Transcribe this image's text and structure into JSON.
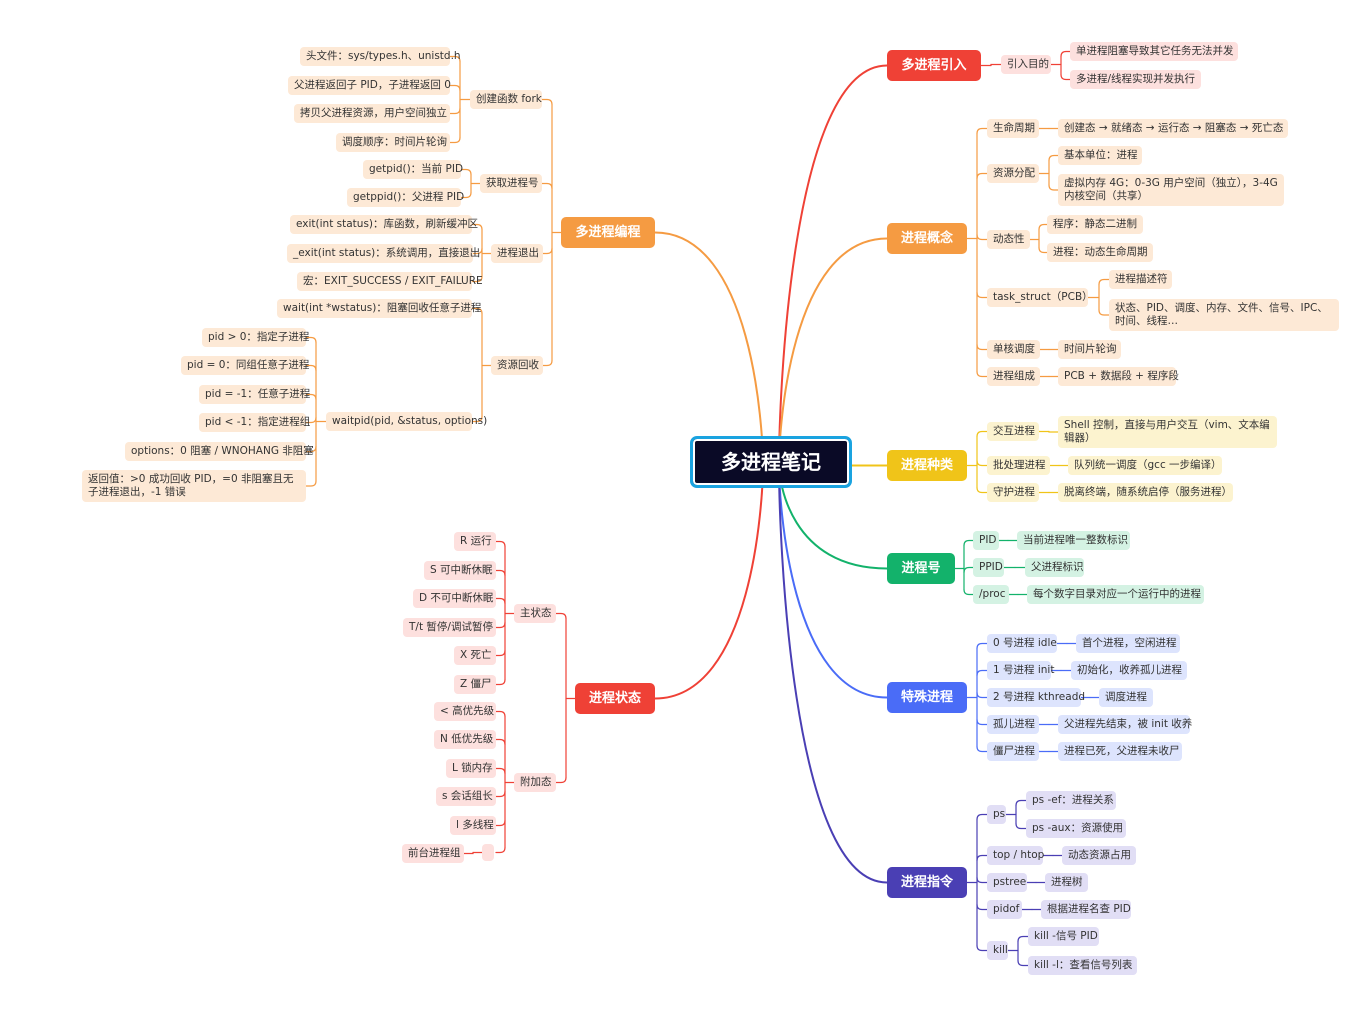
{
  "title": "多进程笔记",
  "branches": [
    {
      "label": "多进程引入",
      "color": "#ef4136",
      "tint": "#fde0de",
      "side": "right",
      "children": [
        {
          "label": "引入目的",
          "children": [
            {
              "label": "单进程阻塞导致其它任务无法并发"
            },
            {
              "label": "多进程/线程实现并发执行"
            }
          ]
        }
      ]
    },
    {
      "label": "进程概念",
      "color": "#f59b42",
      "tint": "#fde9d6",
      "side": "right",
      "children": [
        {
          "label": "生命周期",
          "children": [
            {
              "label": "创建态 → 就绪态 → 运行态 → 阻塞态 → 死亡态"
            }
          ]
        },
        {
          "label": "资源分配",
          "children": [
            {
              "label": "基本单位：进程"
            },
            {
              "label": "虚拟内存 4G：0-3G 用户空间（独立），3-4G 内核空间（共享）"
            }
          ]
        },
        {
          "label": "动态性",
          "children": [
            {
              "label": "程序：静态二进制"
            },
            {
              "label": "进程：动态生命周期"
            }
          ]
        },
        {
          "label": "task_struct（PCB）",
          "children": [
            {
              "label": "进程描述符"
            },
            {
              "label": "状态、PID、调度、内存、文件、信号、IPC、时间、线程…"
            }
          ]
        },
        {
          "label": "单核调度",
          "children": [
            {
              "label": "时间片轮询"
            }
          ]
        },
        {
          "label": "进程组成",
          "children": [
            {
              "label": "PCB + 数据段 + 程序段"
            }
          ]
        }
      ]
    },
    {
      "label": "进程种类",
      "color": "#f0c419",
      "tint": "#fcf3cf",
      "side": "right",
      "children": [
        {
          "label": "交互进程",
          "children": [
            {
              "label": "Shell 控制，直接与用户交互（vim、文本编辑器）"
            }
          ]
        },
        {
          "label": "批处理进程",
          "children": [
            {
              "label": "队列统一调度（gcc 一步编译）"
            }
          ]
        },
        {
          "label": "守护进程",
          "children": [
            {
              "label": "脱离终端，随系统启停（服务进程）"
            }
          ]
        }
      ]
    },
    {
      "label": "进程号",
      "color": "#13b26b",
      "tint": "#d4f2e3",
      "side": "right",
      "children": [
        {
          "label": "PID",
          "children": [
            {
              "label": "当前进程唯一整数标识"
            }
          ]
        },
        {
          "label": "PPID",
          "children": [
            {
              "label": "父进程标识"
            }
          ]
        },
        {
          "label": "/proc",
          "children": [
            {
              "label": "每个数字目录对应一个运行中的进程"
            }
          ]
        }
      ]
    },
    {
      "label": "特殊进程",
      "color": "#4a6cf7",
      "tint": "#dde4fd",
      "side": "right",
      "children": [
        {
          "label": "0 号进程 idle",
          "children": [
            {
              "label": "首个进程，空闲进程"
            }
          ]
        },
        {
          "label": "1 号进程 init",
          "children": [
            {
              "label": "初始化，收养孤儿进程"
            }
          ]
        },
        {
          "label": "2 号进程 kthreadd",
          "children": [
            {
              "label": "调度进程"
            }
          ]
        },
        {
          "label": "孤儿进程",
          "children": [
            {
              "label": "父进程先结束，被 init 收养"
            }
          ]
        },
        {
          "label": "僵尸进程",
          "children": [
            {
              "label": "进程已死，父进程未收尸"
            }
          ]
        }
      ]
    },
    {
      "label": "进程指令",
      "color": "#4a3fb4",
      "tint": "#e1def5",
      "side": "right",
      "children": [
        {
          "label": "ps",
          "children": [
            {
              "label": "ps -ef：进程关系"
            },
            {
              "label": "ps -aux：资源使用"
            }
          ]
        },
        {
          "label": "top / htop",
          "children": [
            {
              "label": "动态资源占用"
            }
          ]
        },
        {
          "label": "pstree",
          "children": [
            {
              "label": "进程树"
            }
          ]
        },
        {
          "label": "pidof",
          "children": [
            {
              "label": "根据进程名查 PID"
            }
          ]
        },
        {
          "label": "kill",
          "children": [
            {
              "label": "kill -信号 PID"
            },
            {
              "label": "kill -l：查看信号列表"
            }
          ]
        }
      ]
    },
    {
      "label": "多进程编程",
      "color": "#f59b42",
      "tint": "#fde9d6",
      "side": "left",
      "children": [
        {
          "label": "创建函数 fork",
          "children": [
            {
              "label": "头文件：sys/types.h、unistd.h"
            },
            {
              "label": "父进程返回子 PID，子进程返回 0"
            },
            {
              "label": "拷贝父进程资源，用户空间独立"
            },
            {
              "label": "调度顺序：时间片轮询"
            }
          ]
        },
        {
          "label": "获取进程号",
          "children": [
            {
              "label": "getpid()：当前 PID"
            },
            {
              "label": "getppid()：父进程 PID"
            }
          ]
        },
        {
          "label": "进程退出",
          "children": [
            {
              "label": "exit(int status)：库函数，刷新缓冲区"
            },
            {
              "label": "_exit(int status)：系统调用，直接退出"
            },
            {
              "label": "宏：EXIT_SUCCESS / EXIT_FAILURE"
            }
          ]
        },
        {
          "label": "资源回收",
          "children": [
            {
              "label": "wait(int *wstatus)：阻塞回收任意子进程"
            },
            {
              "label": "waitpid(pid, &status, options)",
              "children": [
                {
                  "label": "pid > 0：指定子进程"
                },
                {
                  "label": "pid = 0：同组任意子进程"
                },
                {
                  "label": "pid = -1：任意子进程"
                },
                {
                  "label": "pid < -1：指定进程组"
                },
                {
                  "label": "options：0 阻塞 / WNOHANG 非阻塞"
                },
                {
                  "label": "返回值：>0 成功回收 PID，=0 非阻塞且无子进程退出，-1 错误"
                }
              ]
            }
          ]
        }
      ]
    },
    {
      "label": "进程状态",
      "color": "#ef4136",
      "tint": "#fde0de",
      "side": "left",
      "children": [
        {
          "label": "主状态",
          "children": [
            {
              "label": "R 运行"
            },
            {
              "label": "S 可中断休眠"
            },
            {
              "label": "D 不可中断休眠"
            },
            {
              "label": "T/t 暂停/调试暂停"
            },
            {
              "label": "X 死亡"
            },
            {
              "label": "Z 僵尸"
            }
          ]
        },
        {
          "label": "附加态",
          "children": [
            {
              "label": "< 高优先级"
            },
            {
              "label": "N 低优先级"
            },
            {
              "label": "L 锁内存"
            },
            {
              "label": "s 会话组长"
            },
            {
              "label": "l 多线程"
            },
            {
              "label": "",
              "children": [
                {
                  "label": "前台进程组"
                }
              ]
            }
          ]
        }
      ]
    }
  ]
}
